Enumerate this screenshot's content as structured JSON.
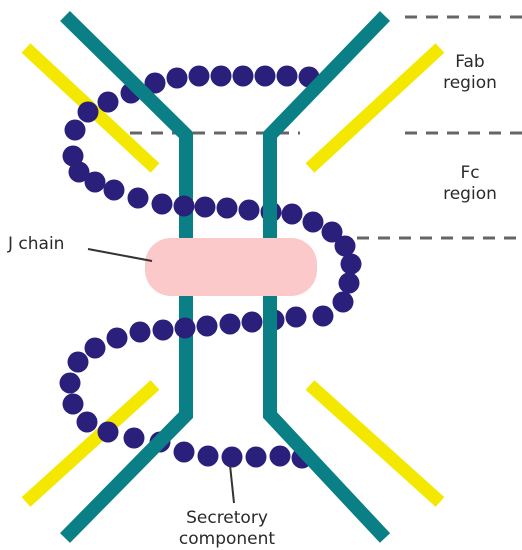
{
  "labels": {
    "fab_line1": "Fab",
    "fab_line2": "region",
    "fc_line1": "Fc",
    "fc_line2": "region",
    "j_chain": "J chain",
    "sc_line1": "Secretory",
    "sc_line2": "component"
  },
  "colors": {
    "heavy_chain": "#0a7f86",
    "light_chain": "#f5e800",
    "secretory_bead": "#2a1f7a",
    "j_chain": "#fbc9c9",
    "dashed_line": "#666666",
    "leader": "#333333"
  }
}
